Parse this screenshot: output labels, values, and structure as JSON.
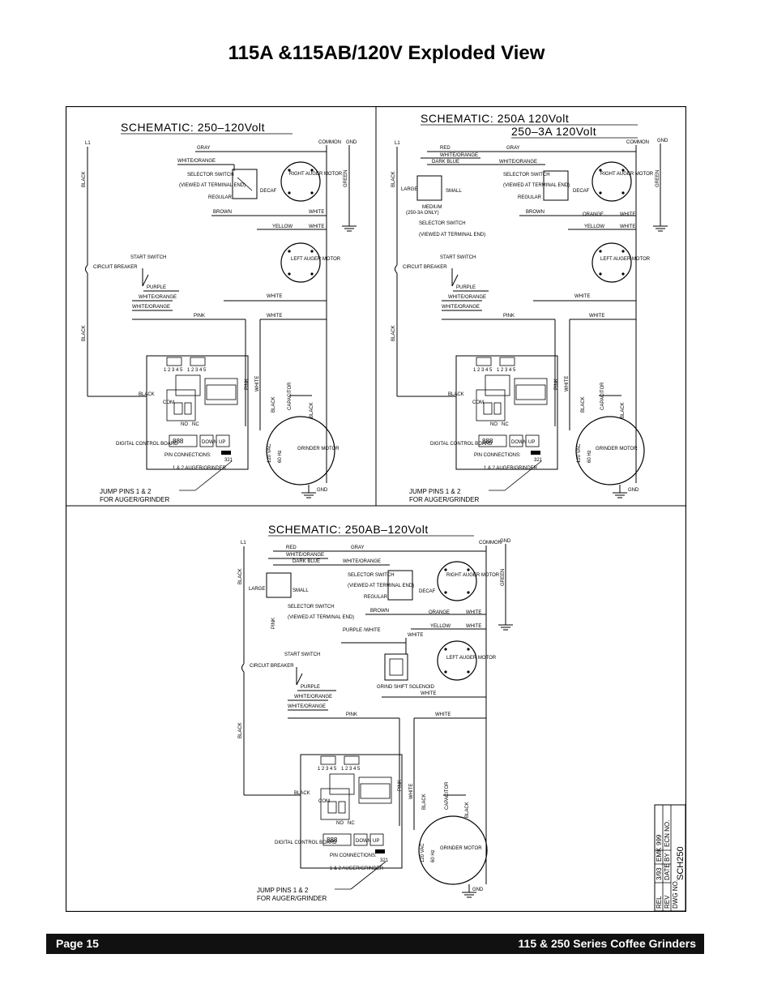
{
  "document": {
    "title": "115A &115AB/120V Exploded View"
  },
  "schematics": [
    {
      "title": "SCHEMATIC:  250–120Volt",
      "labels": {
        "l1": "L1",
        "common": "COMMON",
        "gnd": "GND",
        "black_top": "BLACK",
        "black_bottom": "BLACK",
        "green": "GREEN",
        "gray": "GRAY",
        "white_orange": "WHITE/ORANGE",
        "selector_switch": "SELECTOR SWITCH",
        "viewed_at": "(VIEWED AT TERMINAL END)",
        "decaf": "DECAF",
        "regular": "REGULAR",
        "brown": "BROWN",
        "white": "WHITE",
        "yellow": "YELLOW",
        "orange": "ORANGE",
        "right_auger_motor": "RIGHT AUGER MOTOR",
        "left_auger_motor": "LEFT AUGER MOTOR",
        "start_switch": "START SWITCH",
        "circuit_breaker": "CIRCUIT BREAKER",
        "purple": "PURPLE",
        "pink": "PINK",
        "capacitor": "CAPACITOR",
        "grinder_motor": "GRINDER MOTOR",
        "vac": "120 VAC",
        "hz": "60 Hz",
        "com": "COM",
        "no": "NO",
        "nc": "NC",
        "digital_control_board": "DIGITAL CONTROL BOARD",
        "pin_connections": "PIN CONNECTIONS:",
        "pins_321": "321",
        "auger_grinder": "1 & 2 AUGER/GRINDER",
        "jump_pins": "JUMP PINS 1 & 2",
        "for_auger_grinder": "FOR AUGER/GRINDER",
        "display": "888",
        "down": "DOWN",
        "up": "UP",
        "terminals": "1 2 3 4 5"
      }
    },
    {
      "title": "SCHEMATIC:  250A       120Volt",
      "subtitle": "250–3A  120Volt",
      "labels": {
        "red": "RED",
        "dark_blue": "DARK BLUE",
        "large": "LARGE",
        "small": "SMALL",
        "medium": "MEDIUM",
        "medium_note": "(250-3A ONLY)"
      }
    },
    {
      "title": "SCHEMATIC:  250AB–120Volt",
      "labels": {
        "purple_white": "PURPLE /WHITE",
        "grind_shift_solenoid": "GRIND SHIFT SOLENOID"
      }
    }
  ],
  "title_block": {
    "rows": [
      {
        "label": "REL",
        "value": "3/93",
        "by": "EMK",
        "ecn": "999"
      },
      {
        "label": "REV",
        "value": "DATE",
        "by": "BY",
        "ecn": "ECN NO."
      }
    ],
    "dwg_label": "DWG NO.",
    "dwg_no": "SCH250"
  },
  "footer": {
    "page": "Page 15",
    "series": "115 & 250 Series Coffee Grinders"
  }
}
